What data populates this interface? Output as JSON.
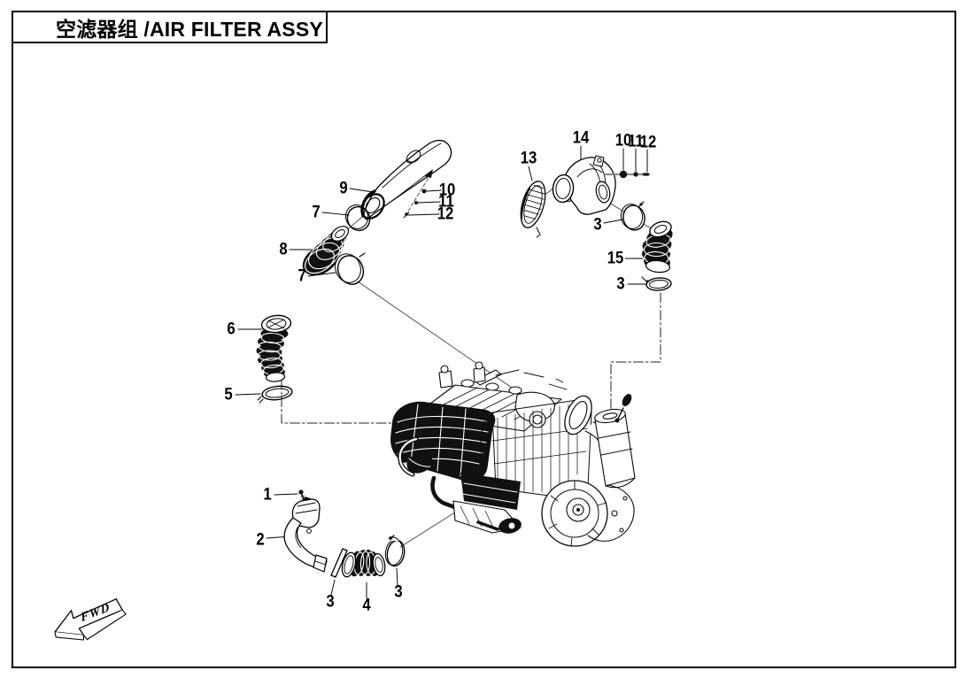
{
  "title": {
    "text": "空滤器组 /AIR FILTER ASSY",
    "zh": "空滤器组",
    "en": "AIR FILTER ASSY"
  },
  "direction_indicator": {
    "label": "FWD"
  },
  "colors": {
    "background": "#ffffff",
    "ink": "#000000"
  },
  "callouts": [
    {
      "label": "9"
    },
    {
      "label": "7"
    },
    {
      "label": "8"
    },
    {
      "label": "7"
    },
    {
      "label": "10"
    },
    {
      "label": "11"
    },
    {
      "label": "12"
    },
    {
      "label": "13"
    },
    {
      "label": "14"
    },
    {
      "label": "10"
    },
    {
      "label": "11"
    },
    {
      "label": "12"
    },
    {
      "label": "3"
    },
    {
      "label": "15"
    },
    {
      "label": "3"
    },
    {
      "label": "6"
    },
    {
      "label": "5"
    },
    {
      "label": "1"
    },
    {
      "label": "2"
    },
    {
      "label": "3"
    },
    {
      "label": "4"
    },
    {
      "label": "3"
    }
  ]
}
